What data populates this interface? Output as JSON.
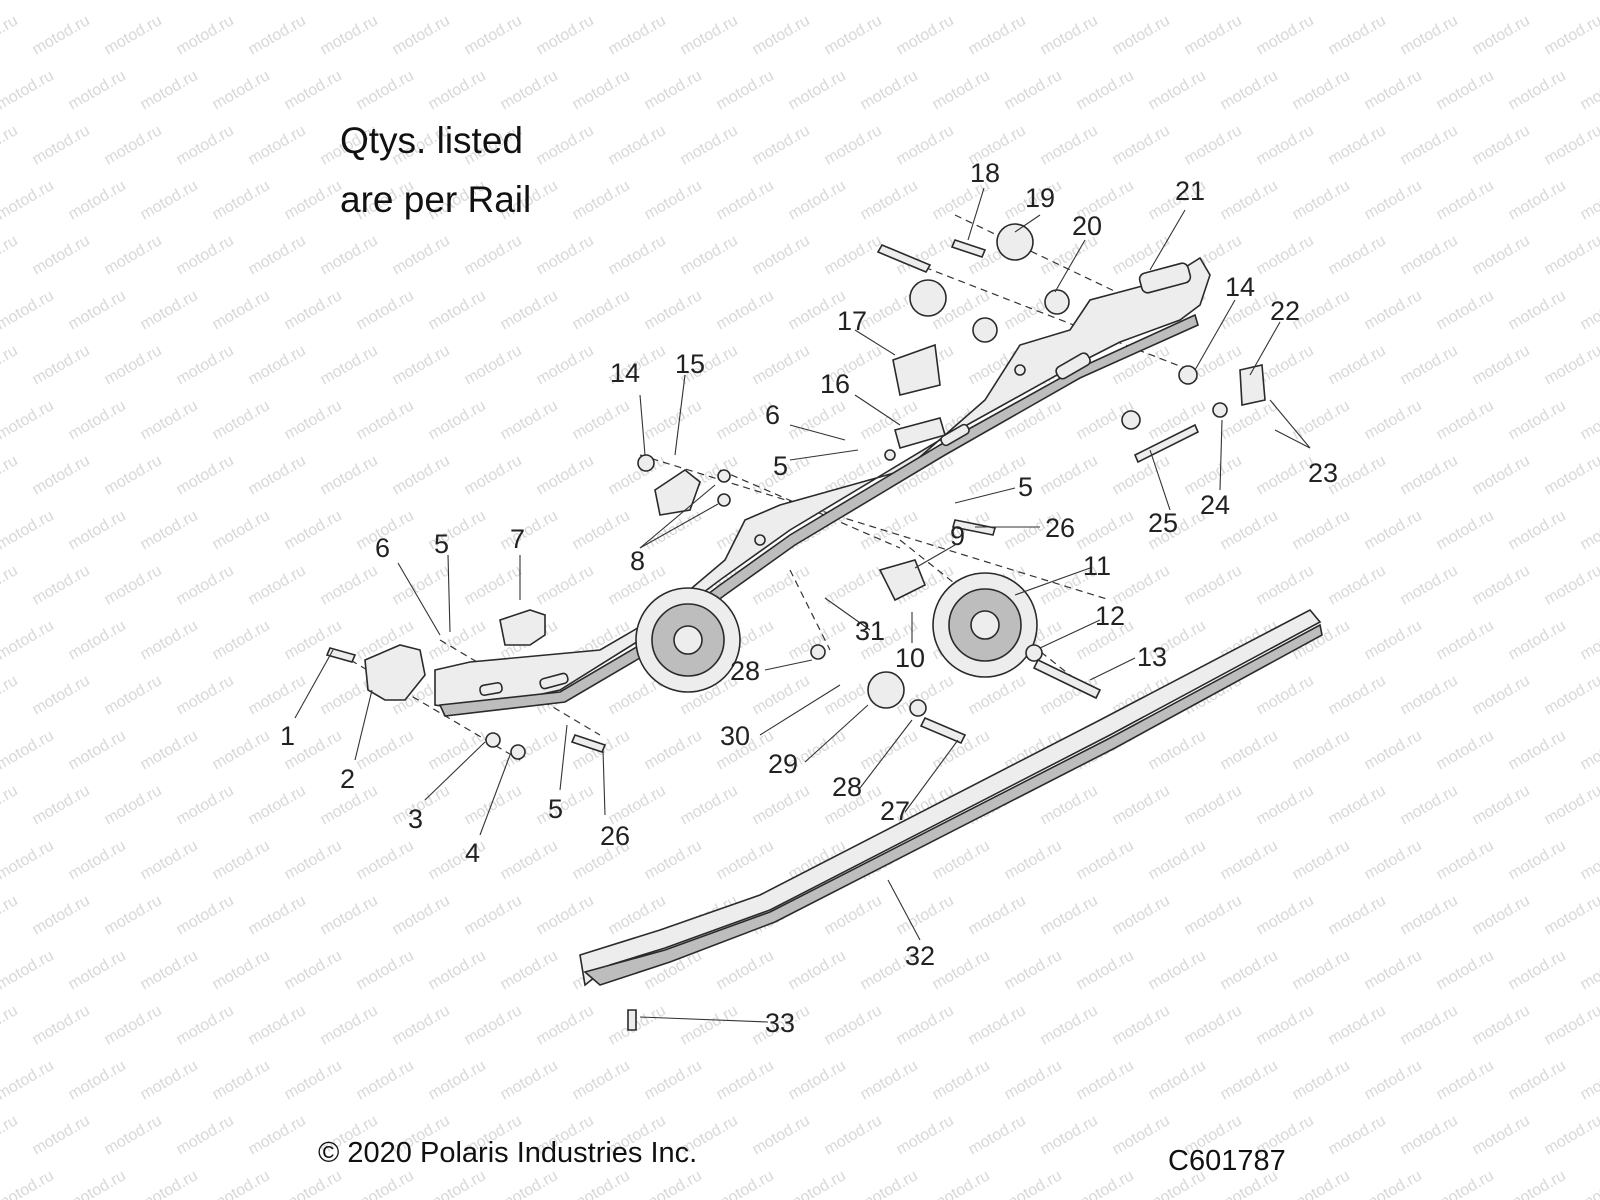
{
  "note": {
    "line1": "Qtys. listed",
    "line2": "are per Rail"
  },
  "watermark": "motod.ru",
  "footer": {
    "copyright": "© 2020 Polaris Industries Inc.",
    "diagram_code": "C601787"
  },
  "callouts": [
    {
      "id": "c1",
      "label": "1"
    },
    {
      "id": "c2",
      "label": "2"
    },
    {
      "id": "c3",
      "label": "3"
    },
    {
      "id": "c4",
      "label": "4"
    },
    {
      "id": "c5a",
      "label": "5"
    },
    {
      "id": "c5b",
      "label": "5"
    },
    {
      "id": "c5c",
      "label": "5"
    },
    {
      "id": "c5d",
      "label": "5"
    },
    {
      "id": "c6a",
      "label": "6"
    },
    {
      "id": "c6b",
      "label": "6"
    },
    {
      "id": "c7",
      "label": "7"
    },
    {
      "id": "c8",
      "label": "8"
    },
    {
      "id": "c9",
      "label": "9"
    },
    {
      "id": "c10",
      "label": "10"
    },
    {
      "id": "c11",
      "label": "11"
    },
    {
      "id": "c12",
      "label": "12"
    },
    {
      "id": "c13",
      "label": "13"
    },
    {
      "id": "c14a",
      "label": "14"
    },
    {
      "id": "c14b",
      "label": "14"
    },
    {
      "id": "c15",
      "label": "15"
    },
    {
      "id": "c16",
      "label": "16"
    },
    {
      "id": "c17",
      "label": "17"
    },
    {
      "id": "c18",
      "label": "18"
    },
    {
      "id": "c19",
      "label": "19"
    },
    {
      "id": "c20",
      "label": "20"
    },
    {
      "id": "c21",
      "label": "21"
    },
    {
      "id": "c22",
      "label": "22"
    },
    {
      "id": "c23",
      "label": "23"
    },
    {
      "id": "c24",
      "label": "24"
    },
    {
      "id": "c25",
      "label": "25"
    },
    {
      "id": "c26a",
      "label": "26"
    },
    {
      "id": "c26b",
      "label": "26"
    },
    {
      "id": "c27",
      "label": "27"
    },
    {
      "id": "c28a",
      "label": "28"
    },
    {
      "id": "c28b",
      "label": "28"
    },
    {
      "id": "c29",
      "label": "29"
    },
    {
      "id": "c30",
      "label": "30"
    },
    {
      "id": "c31",
      "label": "31"
    },
    {
      "id": "c32",
      "label": "32"
    },
    {
      "id": "c33",
      "label": "33"
    }
  ]
}
